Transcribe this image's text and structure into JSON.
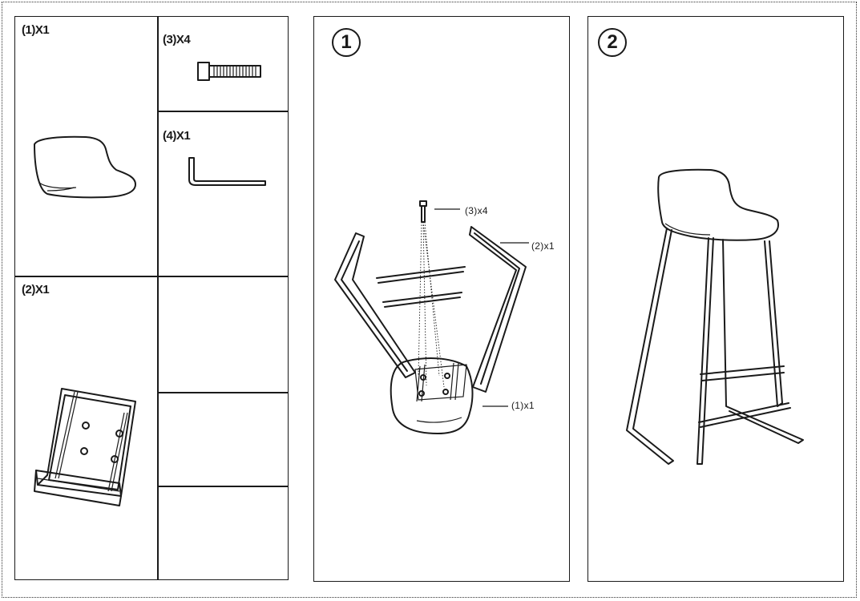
{
  "parts_panel": {
    "part1_label": "(1)X1",
    "part2_label": "(2)X1",
    "part3_label": "(3)X4",
    "part4_label": "(4)X1"
  },
  "step1": {
    "number": "1",
    "callout_bolt": "(3)x4",
    "callout_frame": "(2)x1",
    "callout_seat": "(1)x1"
  },
  "step2": {
    "number": "2"
  },
  "icons": [
    "seat-shell",
    "metal-frame",
    "bolt",
    "allen-key",
    "assembled-stool"
  ]
}
